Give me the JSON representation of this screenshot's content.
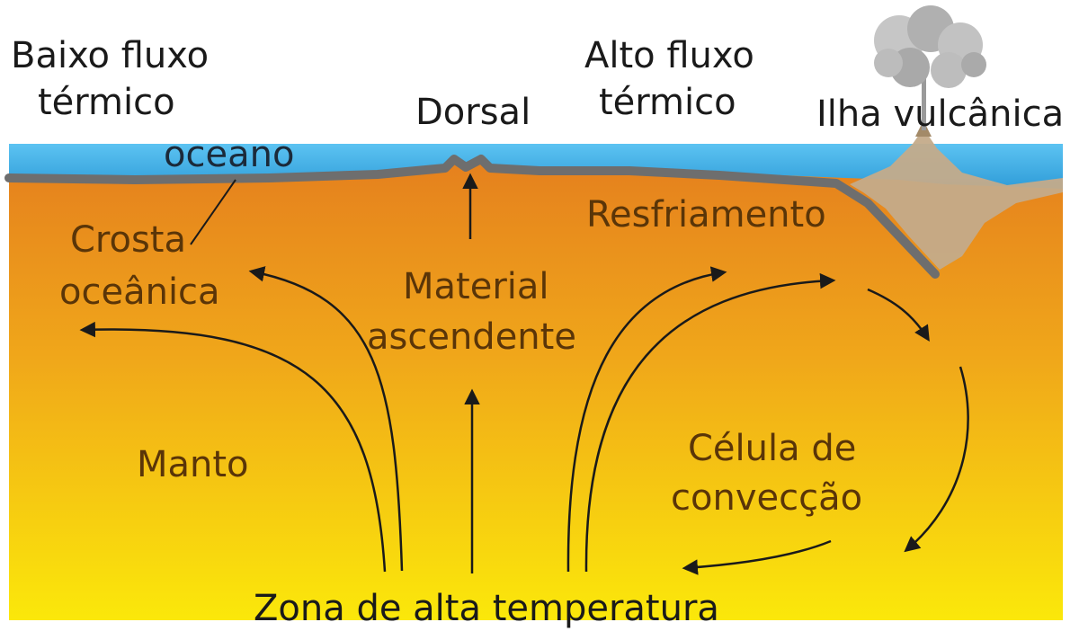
{
  "labels": {
    "baixo_fluxo_l1": "Baixo fluxo",
    "baixo_fluxo_l2": "térmico",
    "dorsal": "Dorsal",
    "alto_fluxo_l1": "Alto fluxo",
    "alto_fluxo_l2": "térmico",
    "ilha_vulcanica": "Ilha vulcânica",
    "oceano": "oceano",
    "crosta_l1": "Crosta",
    "crosta_l2": "oceânica",
    "resfriamento": "Resfriamento",
    "material_l1": "Material",
    "material_l2": "ascendente",
    "manto": "Manto",
    "celula_l1": "Célula de",
    "celula_l2": "convecção",
    "zona": "Zona de alta temperatura"
  },
  "colors": {
    "ocean": "#3fa9e6",
    "crust": "#6e6e6e",
    "mantle_top": "#e47d1e",
    "mantle_bottom": "#fbe80a",
    "island": "#c4ab8a",
    "smoke": "#b8b8b8",
    "arrow": "#1a1a1a"
  }
}
